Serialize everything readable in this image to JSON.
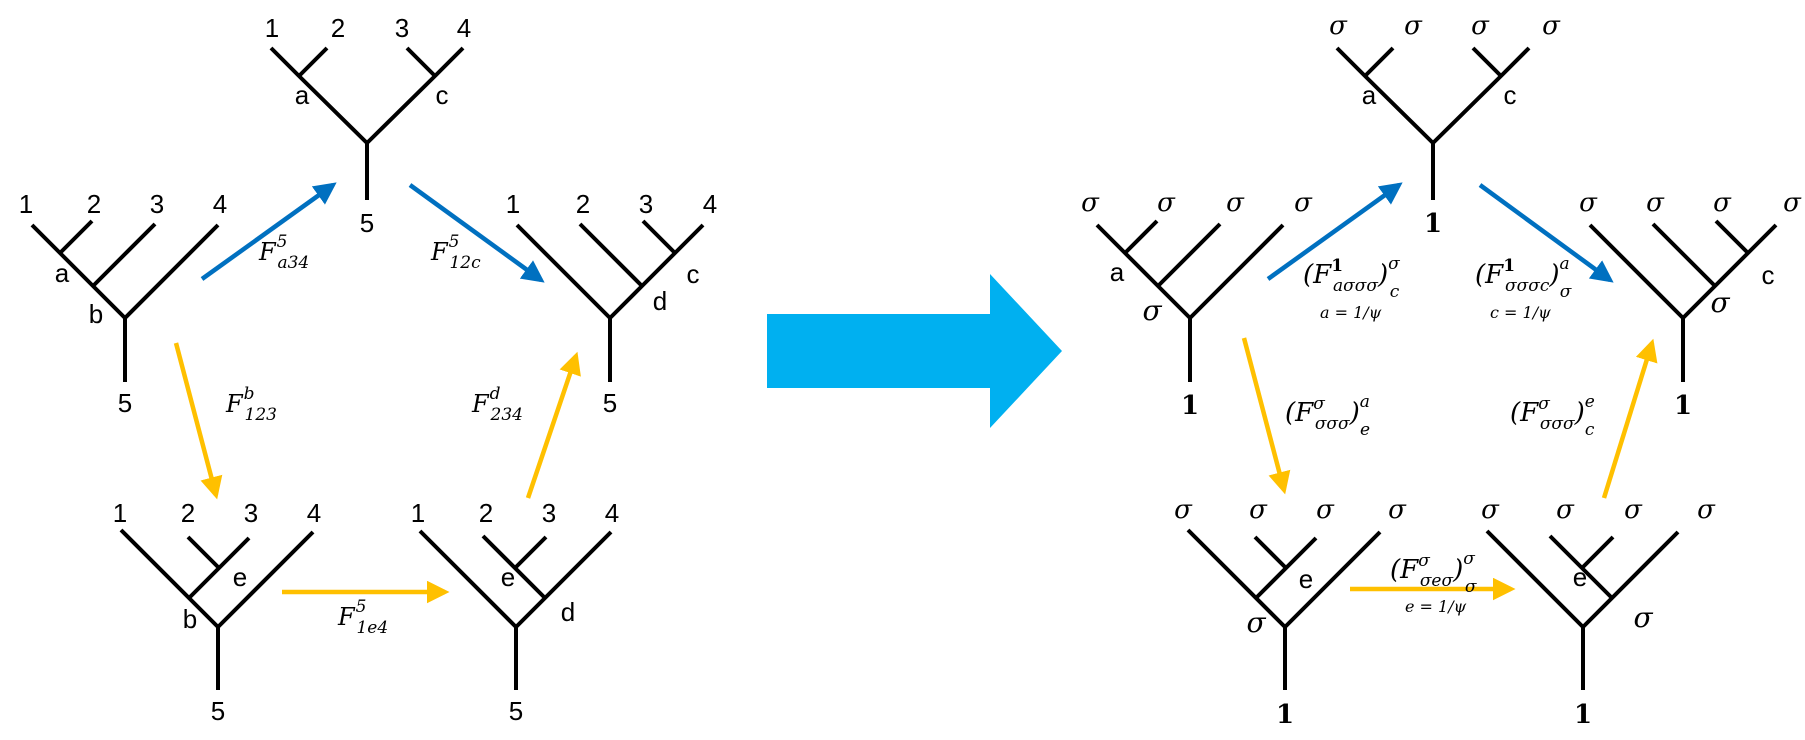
{
  "colors": {
    "blue": "#0070C0",
    "yellow": "#FFC000",
    "big_arrow": "#00B0F0",
    "line": "#000000"
  },
  "left": {
    "top": {
      "leaves": [
        "1",
        "2",
        "3",
        "4"
      ],
      "inner": [
        "a",
        "c"
      ],
      "root": "5"
    },
    "ul": {
      "leaves": [
        "1",
        "2",
        "3",
        "4"
      ],
      "inner": [
        "a",
        "b"
      ],
      "root": "5"
    },
    "ur": {
      "leaves": [
        "1",
        "2",
        "3",
        "4"
      ],
      "inner": [
        "c",
        "d"
      ],
      "root": "5"
    },
    "ll": {
      "leaves": [
        "1",
        "2",
        "3",
        "4"
      ],
      "inner": [
        "e",
        "b"
      ],
      "root": "5"
    },
    "lr": {
      "leaves": [
        "1",
        "2",
        "3",
        "4"
      ],
      "inner": [
        "e",
        "d"
      ],
      "root": "5"
    },
    "moves": {
      "m1": {
        "base": "F",
        "sup": "5",
        "sub": "a34"
      },
      "m2": {
        "base": "F",
        "sup": "5",
        "sub": "12c"
      },
      "m3": {
        "base": "F",
        "sup": "b",
        "sub": "123"
      },
      "m4": {
        "base": "F",
        "sup": "d",
        "sub": "234"
      },
      "m5": {
        "base": "F",
        "sup": "5",
        "sub": "1e4"
      }
    }
  },
  "right": {
    "top": {
      "leaves": [
        "σ",
        "σ",
        "σ",
        "σ"
      ],
      "inner": [
        "a",
        "c"
      ],
      "root": "1"
    },
    "ul": {
      "leaves": [
        "σ",
        "σ",
        "σ",
        "σ"
      ],
      "inner": [
        "a",
        "σ"
      ],
      "root": "1"
    },
    "ur": {
      "leaves": [
        "σ",
        "σ",
        "σ",
        "σ"
      ],
      "inner": [
        "c",
        "σ"
      ],
      "root": "1"
    },
    "ll": {
      "leaves": [
        "σ",
        "σ",
        "σ",
        "σ"
      ],
      "inner": [
        "e",
        "σ"
      ],
      "root": "1"
    },
    "lr": {
      "leaves": [
        "σ",
        "σ",
        "σ",
        "σ"
      ],
      "inner": [
        "e",
        "σ"
      ],
      "root": "1"
    },
    "moves": {
      "m1": {
        "open": "(",
        "base": "F",
        "sup_in": "1",
        "sub_in": "aσσσ",
        "close": ")",
        "sup_out": "σ",
        "sub_out": "c",
        "cond": "a = 1/ψ"
      },
      "m2": {
        "open": "(",
        "base": "F",
        "sup_in": "1",
        "sub_in": "σσσc",
        "close": ")",
        "sup_out": "a",
        "sub_out": "σ",
        "cond": "c = 1/ψ"
      },
      "m3": {
        "open": "(",
        "base": "F",
        "sup_in": "σ",
        "sub_in": "σσσ",
        "close": ")",
        "sup_out": "a",
        "sub_out": "e"
      },
      "m4": {
        "open": "(",
        "base": "F",
        "sup_in": "σ",
        "sub_in": "σσσ",
        "close": ")",
        "sup_out": "e",
        "sub_out": "c"
      },
      "m5": {
        "open": "(",
        "base": "F",
        "sup_in": "σ",
        "sub_in": "σeσ",
        "close": ")",
        "sup_out": "σ",
        "sub_out": "σ",
        "cond": "e = 1/ψ"
      }
    }
  }
}
